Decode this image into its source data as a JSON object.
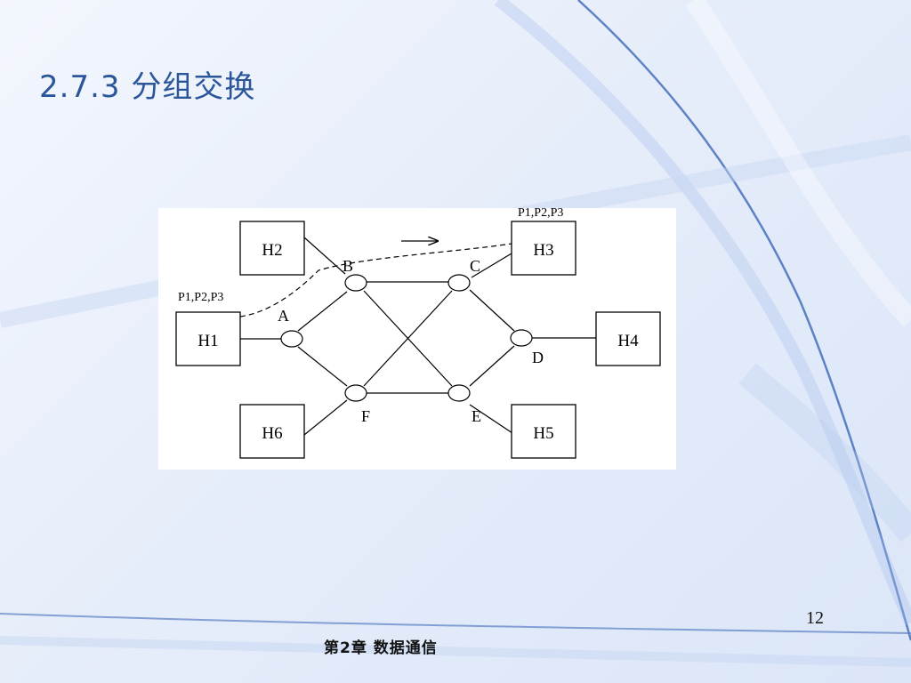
{
  "slide": {
    "title": "2.7.3 分组交换",
    "page_number": "12",
    "footer": "第2章  数据通信"
  },
  "diagram": {
    "hosts": [
      {
        "id": "H1",
        "label": "H1"
      },
      {
        "id": "H2",
        "label": "H2"
      },
      {
        "id": "H3",
        "label": "H3"
      },
      {
        "id": "H4",
        "label": "H4"
      },
      {
        "id": "H5",
        "label": "H5"
      },
      {
        "id": "H6",
        "label": "H6"
      }
    ],
    "nodes": [
      {
        "id": "A",
        "label": "A"
      },
      {
        "id": "B",
        "label": "B"
      },
      {
        "id": "C",
        "label": "C"
      },
      {
        "id": "D",
        "label": "D"
      },
      {
        "id": "E",
        "label": "E"
      },
      {
        "id": "F",
        "label": "F"
      }
    ],
    "links": [
      [
        "H1",
        "A"
      ],
      [
        "H2",
        "B"
      ],
      [
        "H3",
        "C"
      ],
      [
        "H4",
        "D"
      ],
      [
        "H5",
        "E"
      ],
      [
        "H6",
        "F"
      ],
      [
        "A",
        "B"
      ],
      [
        "A",
        "F"
      ],
      [
        "B",
        "C"
      ],
      [
        "B",
        "E"
      ],
      [
        "F",
        "C"
      ],
      [
        "F",
        "E"
      ],
      [
        "C",
        "D"
      ],
      [
        "E",
        "D"
      ]
    ],
    "packet_labels": {
      "source": "P1,P2,P3",
      "destination": "P1,P2,P3"
    },
    "path": [
      "H1",
      "A",
      "B",
      "C",
      "H3"
    ],
    "colors": {
      "line": "#000000",
      "title": "#2b579a"
    }
  }
}
